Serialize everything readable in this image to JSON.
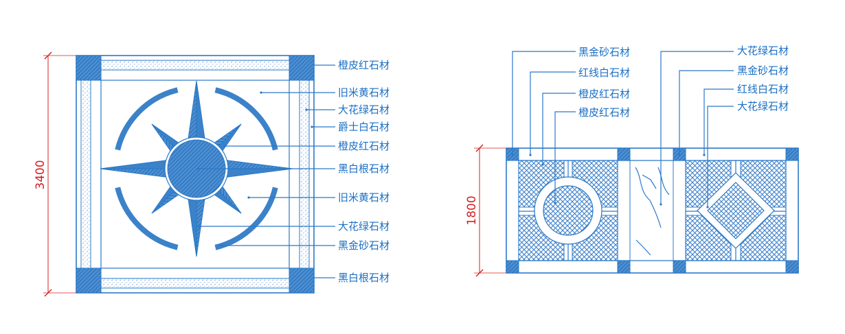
{
  "colors": {
    "line": "#2a78c8",
    "fill": "#3b82c9",
    "text": "#1a6fc4",
    "dimension": "#d42020"
  },
  "left_panel": {
    "dimension": "3400",
    "labels": [
      "橙皮红石材",
      "旧米黄石材",
      "大花绿石材",
      "爵士白石材",
      "橙皮红石材",
      "黑白根石材",
      "旧米黄石材",
      "大花绿石材",
      "黑金砂石材",
      "黑白根石材"
    ]
  },
  "right_panel": {
    "dimension": "1800",
    "labels_left": [
      "黑金砂石材",
      "红线白石材",
      "橙皮红石材",
      "橙皮红石材"
    ],
    "labels_right": [
      "大花绿石材",
      "黑金砂石材",
      "红线白石材",
      "大花绿石材"
    ]
  }
}
